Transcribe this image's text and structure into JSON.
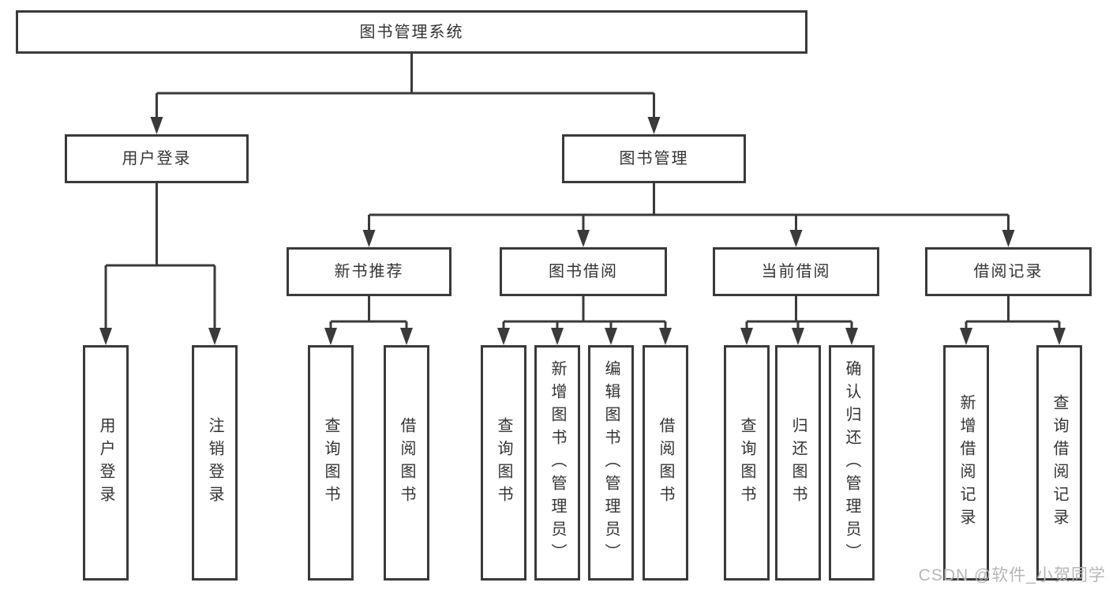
{
  "diagram": {
    "root": {
      "label": "图书管理系统"
    },
    "branches": [
      {
        "label": "用户登录",
        "children": [
          {
            "label": "用户登录"
          },
          {
            "label": "注销登录"
          }
        ]
      },
      {
        "label": "图书管理",
        "children": [
          {
            "label": "新书推荐",
            "children": [
              {
                "label": "查询图书"
              },
              {
                "label": "借阅图书"
              }
            ]
          },
          {
            "label": "图书借阅",
            "children": [
              {
                "label": "查询图书"
              },
              {
                "label": "新增图书（管理员）"
              },
              {
                "label": "编辑图书（管理员）"
              },
              {
                "label": "借阅图书"
              }
            ]
          },
          {
            "label": "当前借阅",
            "children": [
              {
                "label": "查询图书"
              },
              {
                "label": "归还图书"
              },
              {
                "label": "确认归还（管理员）"
              }
            ]
          },
          {
            "label": "借阅记录",
            "children": [
              {
                "label": "新增借阅记录"
              },
              {
                "label": "查询借阅记录"
              }
            ]
          }
        ]
      }
    ]
  },
  "watermark": {
    "text": "CSDN @软件_小贺同学"
  },
  "colors": {
    "line": "#3a3a3a",
    "box_border": "#3a3a3a",
    "text": "#333333",
    "watermark": "#b6b6b6",
    "background": "#ffffff"
  }
}
